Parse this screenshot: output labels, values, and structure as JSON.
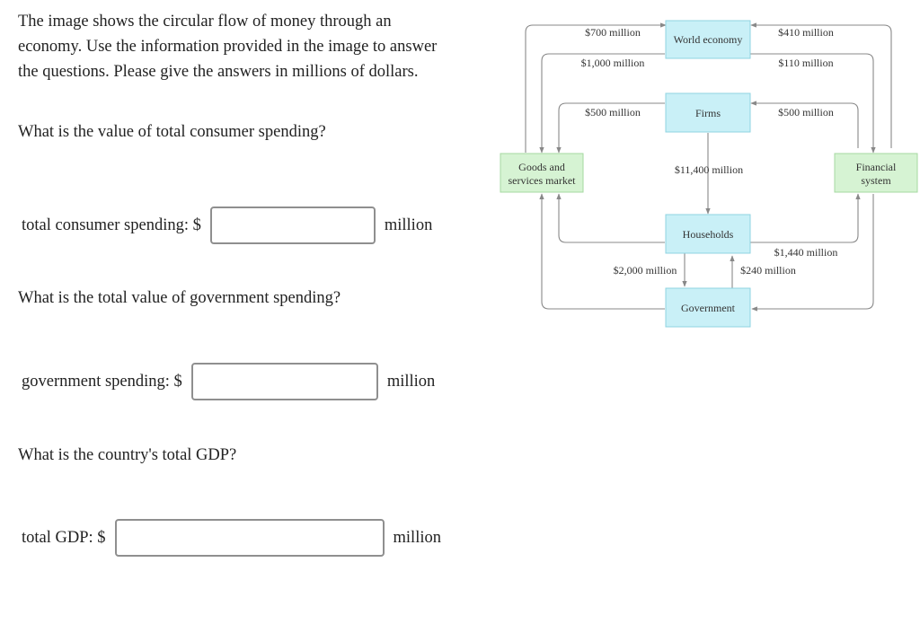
{
  "intro": {
    "paragraph": "The image shows the circular flow of money through an economy. Use the information provided in the image to answer the questions. Please give the answers in millions of dollars."
  },
  "questions": [
    {
      "question": "What is the value of total consumer spending?",
      "label": "total consumer spending: $",
      "value": "",
      "unit": "million"
    },
    {
      "question": "What is the total value of government spending?",
      "label": "government spending: $",
      "value": "",
      "unit": "million"
    },
    {
      "question": "What is the country's total GDP?",
      "label": "total GDP: $",
      "value": "",
      "unit": "million"
    }
  ],
  "diagram": {
    "nodes": {
      "world_economy": "World economy",
      "firms": "Firms",
      "goods_market_line1": "Goods and",
      "goods_market_line2": "services market",
      "financial_line1": "Financial",
      "financial_line2": "system",
      "households": "Households",
      "government": "Government"
    },
    "flows": {
      "exports_left": "$700 million",
      "imports_right": "$410 million",
      "to_goods_1000": "$1,000 million",
      "fin_to_world_110": "$110 million",
      "firms_to_goods_500": "$500 million",
      "fin_to_firms_500": "$500 million",
      "firms_to_households": "$11,400 million",
      "households_to_fin": "$1,440 million",
      "households_to_gov": "$2,000 million",
      "gov_to_households": "$240 million"
    },
    "colors": {
      "blue_box": "#c9f0f7",
      "blue_border": "#8fd3e0",
      "green_box": "#d6f3d3",
      "green_border": "#a6d8a0",
      "line": "#888888"
    }
  }
}
